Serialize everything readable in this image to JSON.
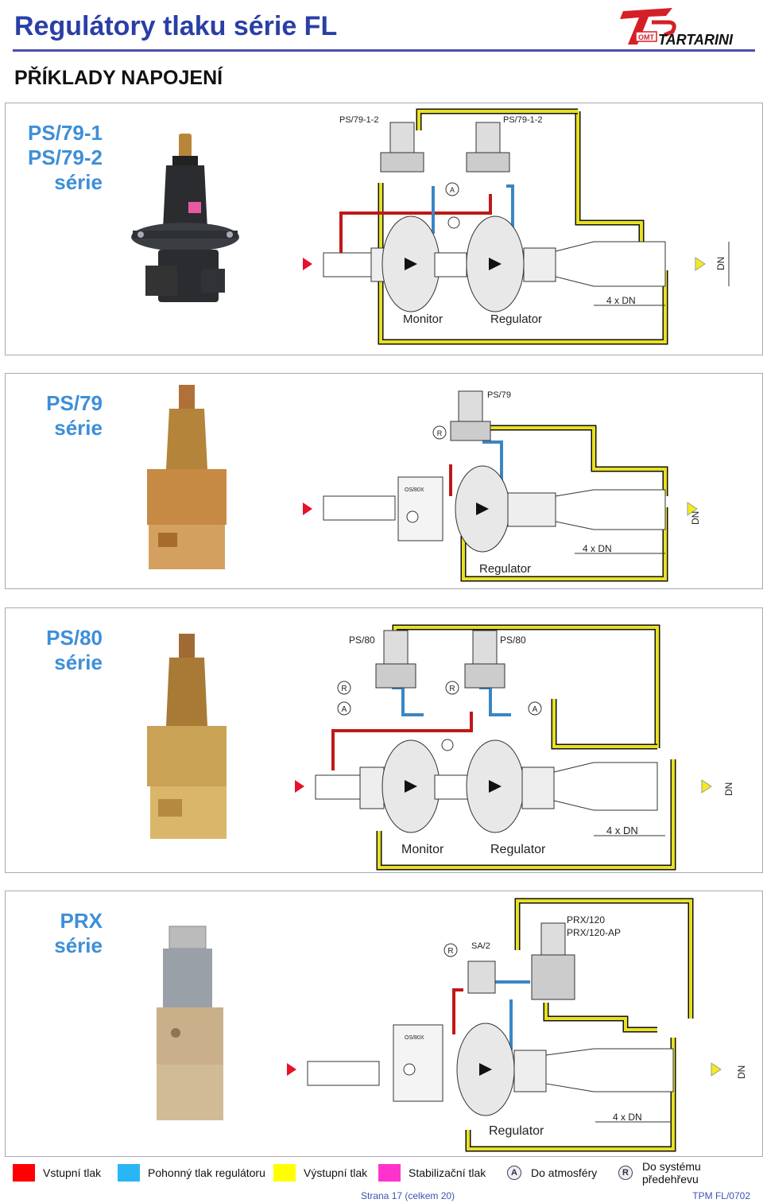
{
  "header": {
    "title": "Regulátory tlaku série FL",
    "subtitle": "PŘÍKLADY NAPOJENÍ",
    "logo_text": "TARTARINI",
    "logo_badge": "OMT"
  },
  "panels": [
    {
      "series_lines": [
        "PS/79-1",
        "PS/79-2",
        "série"
      ],
      "labels": [
        "PS/79-1-2",
        "PS/79-1-2",
        "A",
        "Monitor",
        "Regulator",
        "4 x DN",
        "DN"
      ]
    },
    {
      "series_lines": [
        "PS/79",
        "série"
      ],
      "labels": [
        "PS/79",
        "R",
        "OS/80X",
        "Regulator",
        "4 x DN",
        "DN"
      ]
    },
    {
      "series_lines": [
        "PS/80",
        "série"
      ],
      "labels": [
        "PS/80",
        "PS/80",
        "R",
        "R",
        "A",
        "A",
        "Monitor",
        "Regulator",
        "4 x DN",
        "DN"
      ]
    },
    {
      "series_lines": [
        "PRX",
        "série"
      ],
      "labels": [
        "PRX/120",
        "PRX/120-AP",
        "SA/2",
        "R",
        "OS/80X",
        "Regulator",
        "4 x DN",
        "DN"
      ]
    }
  ],
  "legend": [
    {
      "label": "Vstupní tlak",
      "color": "#ff0000"
    },
    {
      "label": "Pohonný tlak regulátoru",
      "color": "#29b6f6"
    },
    {
      "label": "Výstupní tlak",
      "color": "#ffff00"
    },
    {
      "label": "Stabilizační tlak",
      "color": "#ff33cc"
    },
    {
      "label": "Do atmosféry",
      "symbol": "A"
    },
    {
      "label": "Do systému předehřevu",
      "symbol": "R"
    }
  ],
  "footer": {
    "page": "Strana 17 (celkem 20)",
    "code": "TPM FL/0702"
  },
  "colors": {
    "title": "#2a3fa6",
    "series": "#3e8fd8",
    "inlet": "#c01818",
    "pilot": "#3a86c4",
    "outlet": "#e8e020",
    "arrow_in": "#e8102a",
    "arrow_out": "#f2ec1a"
  }
}
